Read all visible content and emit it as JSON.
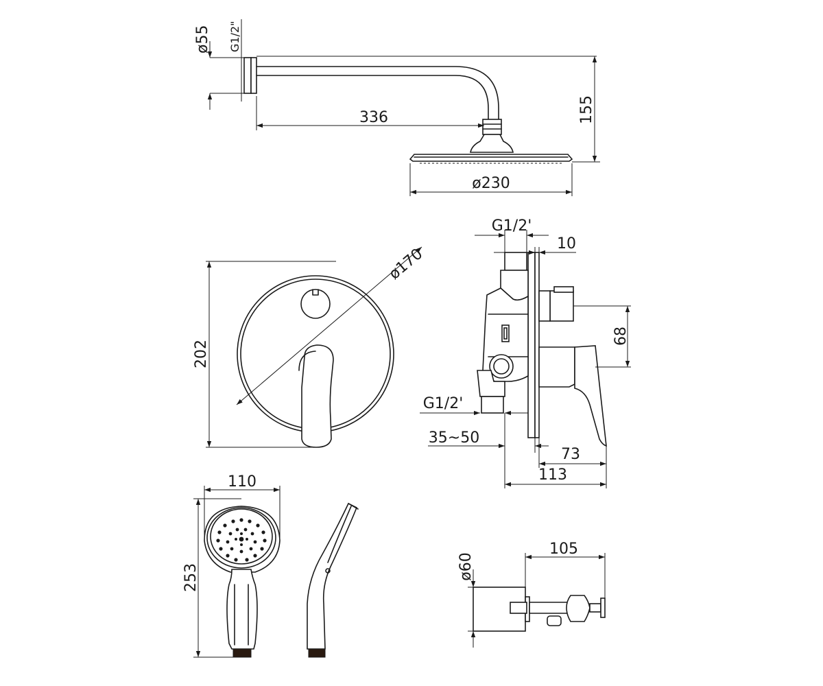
{
  "shower_arm": {
    "dia_flange": "ø55",
    "thread": "G1/2\"",
    "length": "336",
    "drop": "155",
    "head_dia": "ø230"
  },
  "cover_plate": {
    "dia": "ø170",
    "height": "202"
  },
  "side_view": {
    "thread_top": "G1/2'",
    "plate_thickness": "10",
    "outlet_spacing": "68",
    "thread_bottom": "G1/2'",
    "depth_range": "35~50",
    "handle_depth": "73",
    "total_depth": "113"
  },
  "hand_shower": {
    "width": "110",
    "length": "253"
  },
  "wall_outlet": {
    "dia": "ø60",
    "length": "105"
  }
}
